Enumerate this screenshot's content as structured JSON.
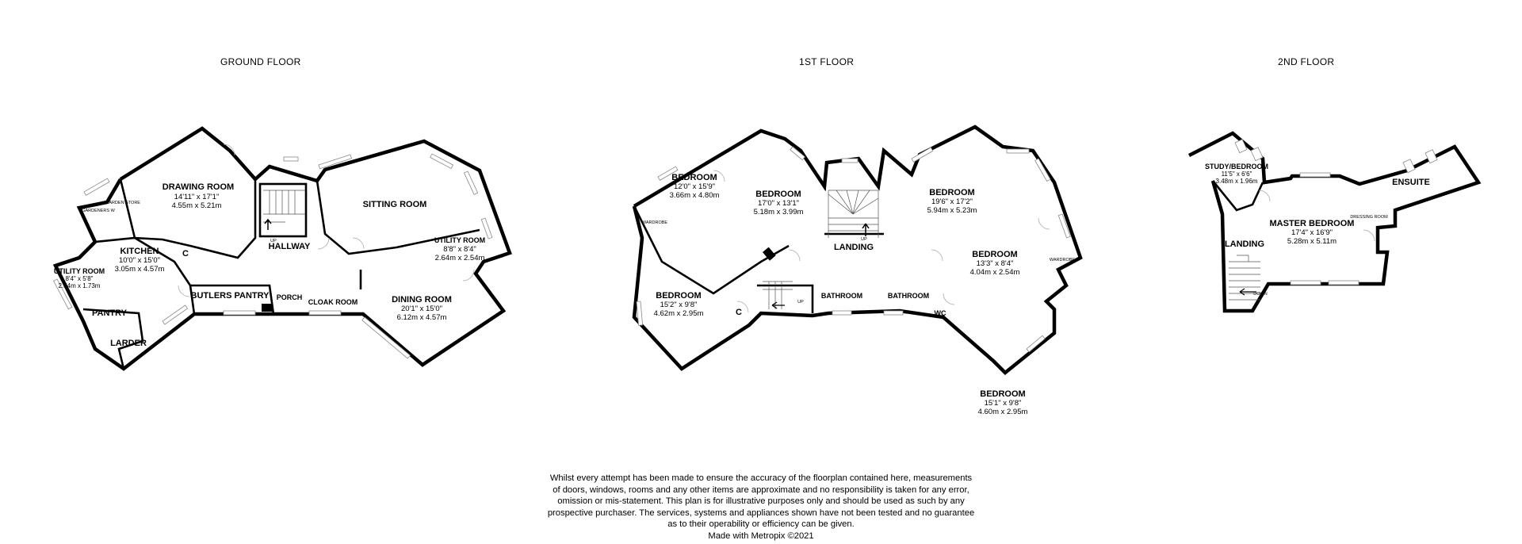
{
  "floors": [
    {
      "title": "GROUND FLOOR"
    },
    {
      "title": "1ST FLOOR"
    },
    {
      "title": "2ND FLOOR"
    }
  ],
  "ground_floor": {
    "drawing_room": {
      "name": "DRAWING ROOM",
      "imperial": "14'11\" x 17'1\"",
      "metric": "4.55m x 5.21m"
    },
    "sitting_room": {
      "name": "SITTING ROOM"
    },
    "kitchen": {
      "name": "KITCHEN",
      "imperial": "10'0\" x 15'0\"",
      "metric": "3.05m x 4.57m"
    },
    "utility_room_left": {
      "name": "UTILITY ROOM",
      "imperial": "8'4\" x 5'8\"",
      "metric": "2.54m x 1.73m"
    },
    "utility_room_right": {
      "name": "UTILITY ROOM",
      "imperial": "8'8\" x 8'4\"",
      "metric": "2.64m x 2.54m"
    },
    "dining_room": {
      "name": "DINING ROOM",
      "imperial": "20'1\" x 15'0\"",
      "metric": "6.12m x 4.57m"
    },
    "hallway": {
      "name": "HALLWAY"
    },
    "butlers_pantry": {
      "name": "BUTLERS PANTRY"
    },
    "porch": {
      "name": "PORCH"
    },
    "cloak_room": {
      "name": "CLOAK ROOM"
    },
    "pantry": {
      "name": "PANTRY"
    },
    "larder": {
      "name": "LARDER"
    },
    "cupboard": {
      "name": "C"
    },
    "gardeners_wc": {
      "name": "GARDENERS W"
    },
    "garden_store": {
      "name": "GARDEN STORE"
    },
    "stairs_up": {
      "name": "UP"
    }
  },
  "first_floor": {
    "bedroom_1": {
      "name": "BEDROOM",
      "imperial": "12'0\" x 15'9\"",
      "metric": "3.66m x 4.80m"
    },
    "bedroom_2": {
      "name": "BEDROOM",
      "imperial": "17'0\" x 13'1\"",
      "metric": "5.18m x 3.99m"
    },
    "bedroom_3": {
      "name": "BEDROOM",
      "imperial": "19'6\" x 17'2\"",
      "metric": "5.94m x 5.23m"
    },
    "bedroom_4": {
      "name": "BEDROOM",
      "imperial": "13'3\" x 8'4\"",
      "metric": "4.04m x 2.54m"
    },
    "bedroom_5": {
      "name": "BEDROOM",
      "imperial": "15'2\" x 9'8\"",
      "metric": "4.62m x 2.95m"
    },
    "bedroom_6": {
      "name": "BEDROOM",
      "imperial": "15'1\" x 9'8\"",
      "metric": "4.60m x 2.95m"
    },
    "landing": {
      "name": "LANDING"
    },
    "bathroom_1": {
      "name": "BATHROOM"
    },
    "bathroom_2": {
      "name": "BATHROOM"
    },
    "wc": {
      "name": "WC"
    },
    "cupboard": {
      "name": "C"
    },
    "wardrobe_left": {
      "name": "WARDROBE"
    },
    "wardrobe_right": {
      "name": "WARDROBE"
    },
    "stairs_up": {
      "name": "UP"
    }
  },
  "second_floor": {
    "study_bedroom": {
      "name": "STUDY/BEDROOM",
      "imperial": "11'5\" x 6'6\"",
      "metric": "3.48m x 1.96m"
    },
    "master_bedroom": {
      "name": "MASTER BEDROOM",
      "imperial": "17'4\" x 16'9\"",
      "metric": "5.28m x 5.11m"
    },
    "ensuite": {
      "name": "ENSUITE"
    },
    "landing": {
      "name": "LANDING"
    },
    "dressing_room": {
      "name": "DRESSING ROOM"
    },
    "stairs_down": {
      "name": "DOWN"
    }
  },
  "disclaimer": {
    "lines": [
      "Whilst every attempt has been made to ensure the accuracy of the floorplan contained here, measurements",
      "of doors, windows, rooms and any other items are approximate and no responsibility is taken for any error,",
      "omission or mis-statement. This plan is for illustrative purposes only and should be used as such by any",
      "prospective purchaser. The services, systems and appliances shown have not been tested and no guarantee",
      "as to their operability or efficiency can be given."
    ],
    "credit": "Made with Metropix ©2021"
  }
}
